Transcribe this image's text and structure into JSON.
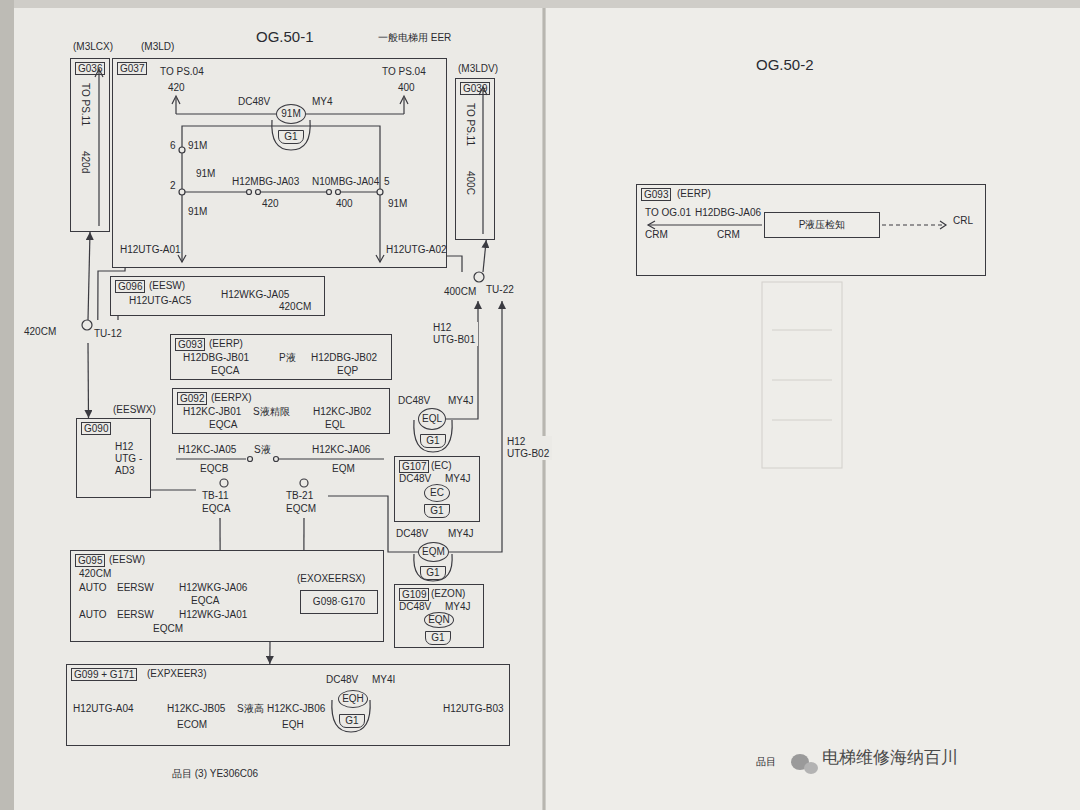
{
  "diagram": {
    "title": "OG.50-1",
    "nodes": [
      {
        "text": [
          "(M3LCX)",
          "G036",
          "TO PS.11",
          "420d"
        ]
      },
      {
        "text": [
          "(M3LD)",
          "G037"
        ]
      },
      {
        "text": [
          "91M"
        ],
        "in": 1
      },
      {
        "text": [
          "G1"
        ],
        "in": 1
      },
      {
        "text": [
          "(M3LDV)",
          "G039",
          "TO PS.11",
          "400C"
        ]
      },
      {
        "text": [
          "420CM",
          "TU-12"
        ]
      },
      {
        "text": [
          "400CM",
          "TU-22"
        ]
      },
      {
        "text": [
          "G096",
          "(EESW)",
          "H12UTG-AC5",
          "H12WKG-JA05",
          "420CM"
        ]
      },
      {
        "text": [
          "G093",
          "(EERP)",
          "H12DBG-JB01",
          "P液",
          "H12DBG-JB02",
          "EQCA",
          "EQP"
        ]
      },
      {
        "text": [
          "G092",
          "(EERPX)",
          "H12KC-JB01",
          "S液精限",
          "H12KC-JB02",
          "EQCA",
          "EQL"
        ]
      },
      {
        "text": [
          "(EESWX)",
          "G090",
          "H12 UTG -AD3"
        ]
      },
      {
        "text": [
          "EQL"
        ]
      },
      {
        "text": [
          "G1"
        ]
      },
      {
        "text": [
          "G107",
          "(EC)",
          "DC48V",
          "MY4J"
        ]
      },
      {
        "text": [
          "EC"
        ],
        "in": 13
      },
      {
        "text": [
          "G1"
        ],
        "in": 13
      },
      {
        "text": [
          "TB-11",
          "EQCA"
        ]
      },
      {
        "text": [
          "TB-21",
          "EQCM"
        ]
      },
      {
        "text": [
          "EQM"
        ]
      },
      {
        "text": [
          "G1"
        ]
      },
      {
        "text": [
          "G109",
          "(EZON)",
          "DC48V",
          "MY4J"
        ]
      },
      {
        "text": [
          "EQN"
        ],
        "in": 20
      },
      {
        "text": [
          "G1"
        ],
        "in": 20
      },
      {
        "text": [
          "G095",
          "(EESW)",
          "420CM",
          "AUTO",
          "EERSW",
          "H12WKG-JA06",
          "EQCA",
          "AUTO",
          "EERSW",
          "H12WKG-JA01",
          "EQCM",
          "(EXOXEERSX)"
        ]
      },
      {
        "text": [
          "G098·G170"
        ],
        "in": 23
      },
      {
        "text": [
          "G099 + G171",
          "(EXPXEER3)",
          "H12UTG-A04",
          "H12KC-JB05",
          "S液高",
          "H12KC-JB06",
          "ECOM",
          "EQH",
          "H12UTG-B03"
        ]
      },
      {
        "text": [
          "EQH"
        ],
        "in": 25
      },
      {
        "text": [
          "G1"
        ],
        "in": 25
      },
      {
        "text": [
          "G093",
          "(EERP)",
          "TO OG.01",
          "CRM",
          "H12DBG-JA06",
          "CRM",
          "CRL"
        ]
      },
      {
        "text": [
          "P液压检知"
        ],
        "in": 28
      }
    ],
    "edges": [
      {
        "from": 5,
        "to": 0,
        "arrow": "to"
      },
      {
        "from": 6,
        "to": 4,
        "arrow": "to"
      },
      {
        "from": 1,
        "to": 5,
        "arrow": "none"
      },
      {
        "from": 1,
        "to": 6,
        "arrow": "none"
      },
      {
        "from": 11,
        "to": 6,
        "arrow": "to",
        "label": "H12 UTG-B01"
      },
      {
        "from": 18,
        "to": 6,
        "arrow": "to",
        "label": "H12 UTG-B02"
      },
      {
        "from": 5,
        "to": 10,
        "arrow": "to"
      },
      {
        "from": 10,
        "to": 16,
        "arrow": "none"
      },
      {
        "from": 16,
        "to": 23,
        "arrow": "none"
      },
      {
        "from": 17,
        "to": 23,
        "arrow": "none"
      },
      {
        "from": 17,
        "to": 18,
        "arrow": "none"
      },
      {
        "from": 23,
        "to": 25,
        "arrow": "to"
      },
      {
        "from": 5,
        "to": 7,
        "arrow": "none"
      }
    ],
    "labels": [
      "一般电梯用 EER",
      "TO PS.04",
      "420",
      "TO PS.04",
      "400",
      "DC48V",
      "MY4",
      "6",
      "91M",
      "2",
      "91M",
      "H12MBG-JA03",
      "420",
      "N10MBG-JA04",
      "400",
      "5",
      "91M",
      "91M",
      "H12UTG-A01",
      "H12UTG-A02",
      "H12KC-JA05",
      "S液",
      "H12KC-JA06",
      "EQCB",
      "EQM",
      "DC48V",
      "MY4J",
      "DC48V",
      "MY4J",
      "DC48V",
      "MY4I",
      "OG.50-2",
      "品目 (3) YE306C06",
      "品目",
      "电梯维修海纳百川"
    ]
  }
}
